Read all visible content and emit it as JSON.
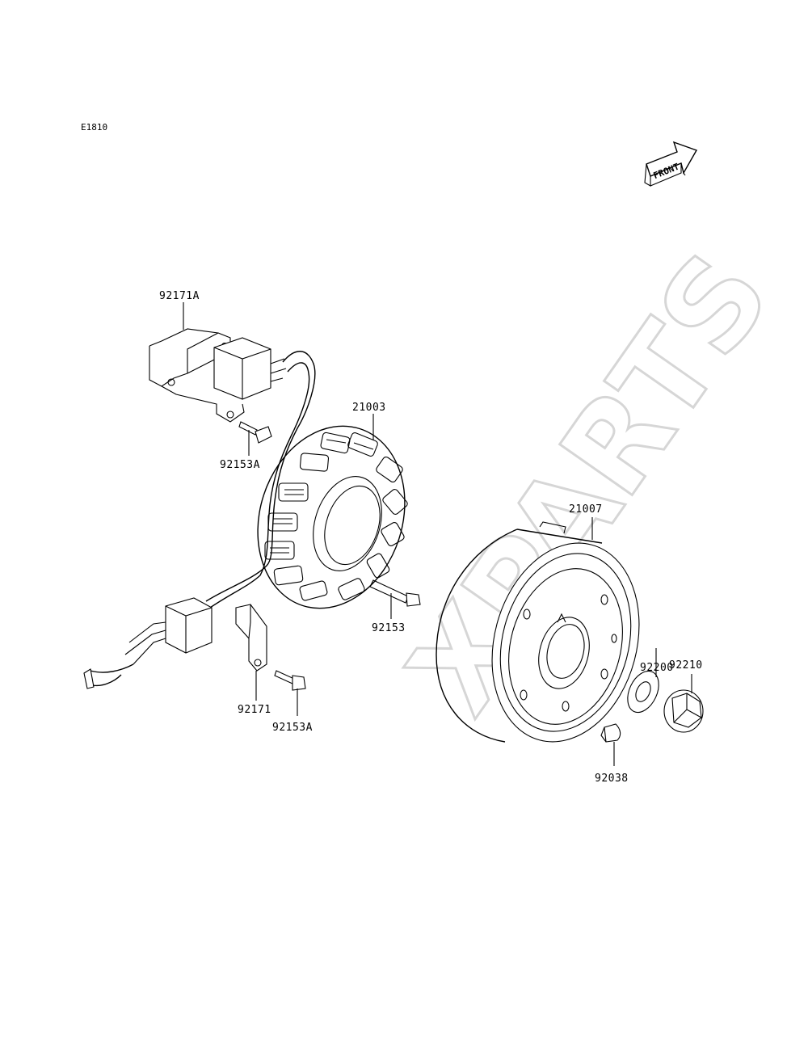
{
  "diagram": {
    "code": "E1810",
    "front_badge": "FRONT",
    "watermark": "XPARTS",
    "parts": {
      "bracket_upper": "92171A",
      "stator": "21003",
      "bolt_upper": "92153A",
      "bolt_stator": "92153",
      "rotor": "21007",
      "washer": "92200",
      "nut": "92210",
      "bracket_lower": "92171",
      "bolt_lower": "92153A",
      "key": "92038"
    }
  }
}
